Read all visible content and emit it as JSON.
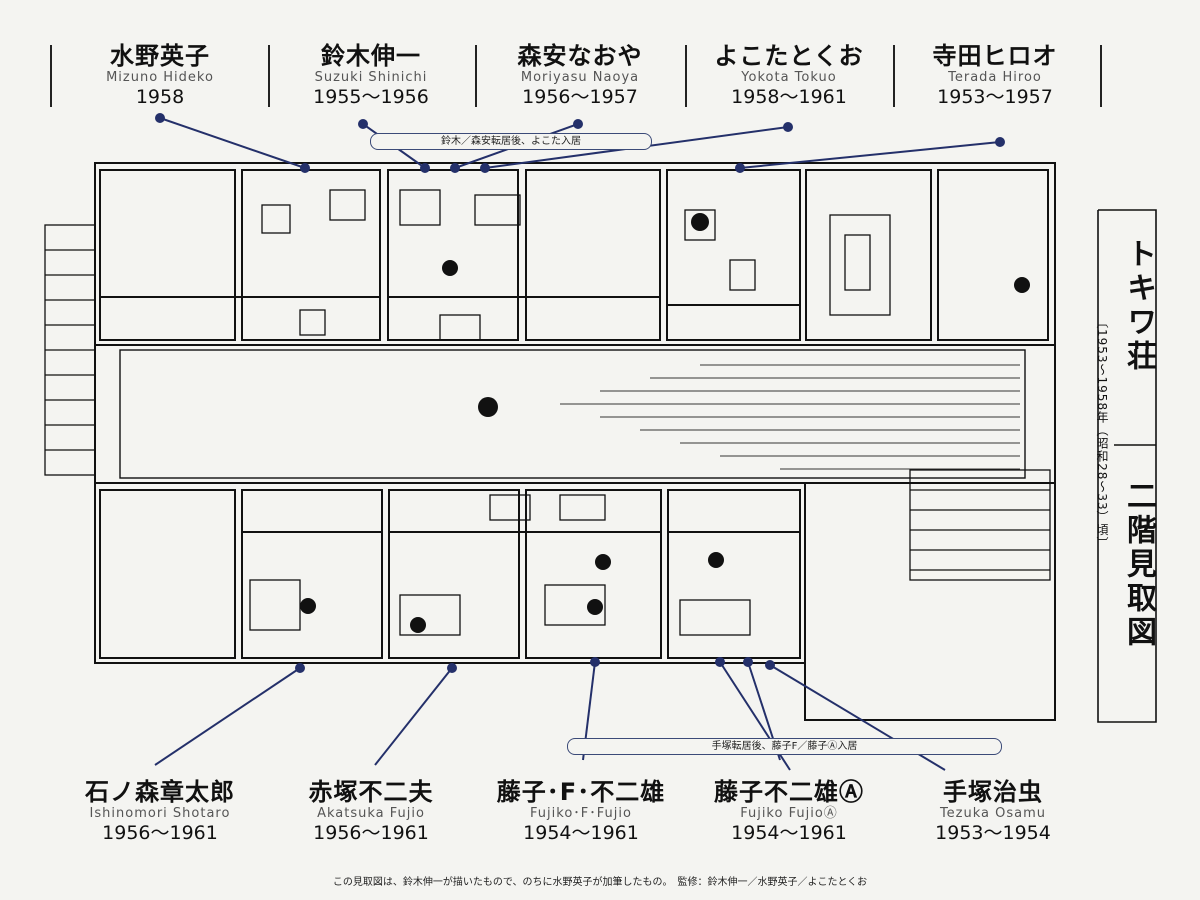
{
  "title": {
    "name": "トキワ荘",
    "period": "〔1953〜1958年（昭和28〜33）頃〕",
    "subtitle": "二階見取図"
  },
  "residents_top": [
    {
      "name_jp": "水野英子",
      "name_romaji": "Mizuno Hideko",
      "years": "1958"
    },
    {
      "name_jp": "鈴木伸一",
      "name_romaji": "Suzuki Shinichi",
      "years": "1955〜1956"
    },
    {
      "name_jp": "森安なおや",
      "name_romaji": "Moriyasu Naoya",
      "years": "1956〜1957"
    },
    {
      "name_jp": "よこたとくお",
      "name_romaji": "Yokota Tokuo",
      "years": "1958〜1961"
    },
    {
      "name_jp": "寺田ヒロオ",
      "name_romaji": "Terada Hiroo",
      "years": "1953〜1957"
    }
  ],
  "residents_bottom": [
    {
      "name_jp": "石ノ森章太郎",
      "name_romaji": "Ishinomori Shotaro",
      "years": "1956〜1961"
    },
    {
      "name_jp": "赤塚不二夫",
      "name_romaji": "Akatsuka Fujio",
      "years": "1956〜1961"
    },
    {
      "name_jp": "藤子･F･不二雄",
      "name_romaji": "Fujiko･F･Fujio",
      "years": "1954〜1961"
    },
    {
      "name_jp": "藤子不二雄Ⓐ",
      "name_romaji": "Fujiko FujioⒶ",
      "years": "1954〜1961"
    },
    {
      "name_jp": "手塚治虫",
      "name_romaji": "Tezuka Osamu",
      "years": "1953〜1954"
    }
  ],
  "notes": {
    "top": "鈴木／森安転居後、よこた入居",
    "bottom": "手塚転居後、藤子F／藤子Ⓐ入居"
  },
  "footer": "この見取図は、鈴木伸一が描いたもので、のちに水野英子が加筆したもの。　監修：鈴木伸一／水野英子／よこたとくお",
  "colors": {
    "line": "#24306a",
    "ink": "#111111",
    "paper": "#f4f4f1"
  }
}
